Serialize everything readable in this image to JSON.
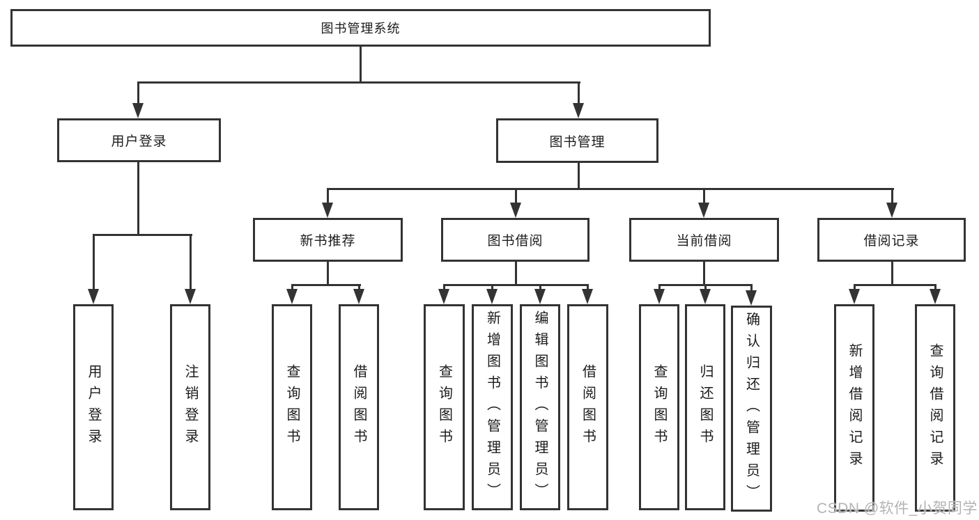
{
  "root": {
    "label": "图书管理系统"
  },
  "branches": {
    "user_login": {
      "label": "用户登录",
      "children": {
        "login": "用户登录",
        "logout": "注销登录"
      }
    },
    "book_mgmt": {
      "label": "图书管理",
      "children": {
        "new_book": {
          "label": "新书推荐",
          "children": {
            "query": "查询图书",
            "borrow": "借阅图书"
          }
        },
        "book_borrow": {
          "label": "图书借阅",
          "children": {
            "query": "查询图书",
            "add": "新增图书（管理员）",
            "edit": "编辑图书（管理员）",
            "borrow": "借阅图书"
          }
        },
        "current_borrow": {
          "label": "当前借阅",
          "children": {
            "query": "查询图书",
            "return": "归还图书",
            "confirm": "确认归还（管理员）"
          }
        },
        "borrow_record": {
          "label": "借阅记录",
          "children": {
            "add": "新增借阅记录",
            "query": "查询借阅记录"
          }
        }
      }
    }
  },
  "watermark": "CSDN @软件_小贺同学",
  "colors": {
    "line": "#333333",
    "text": "#1c1c1c",
    "watermark": "#b3b3b3",
    "background": "#ffffff"
  }
}
